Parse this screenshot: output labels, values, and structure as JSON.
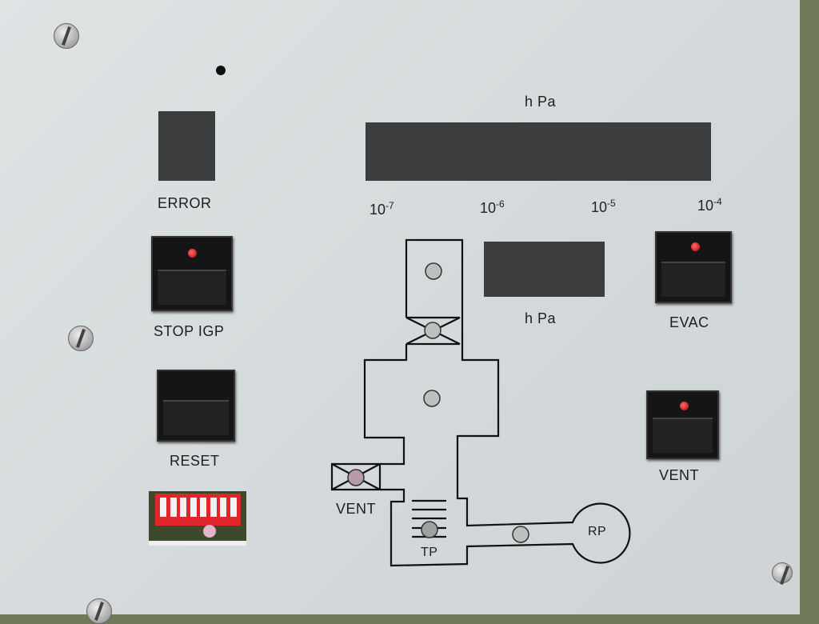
{
  "gauge": {
    "unit_label": "h Pa",
    "scale": [
      {
        "base": "10",
        "exp": "-7"
      },
      {
        "base": "10",
        "exp": "-6"
      },
      {
        "base": "10",
        "exp": "-5"
      },
      {
        "base": "10",
        "exp": "-4"
      }
    ]
  },
  "display": {
    "unit_label": "h Pa"
  },
  "error": {
    "label": "ERROR"
  },
  "buttons": {
    "stop_igp": "STOP IGP",
    "reset": "RESET",
    "evac": "EVAC",
    "vent": "VENT"
  },
  "schematic": {
    "vent_label": "VENT",
    "tp_label": "TP",
    "rp_label": "RP"
  },
  "colors": {
    "panel": "#d9dddf",
    "display": "#3b3d3f",
    "led": "#d01010",
    "dip": "#e0262b"
  },
  "dip_switch": {
    "count": 8
  }
}
